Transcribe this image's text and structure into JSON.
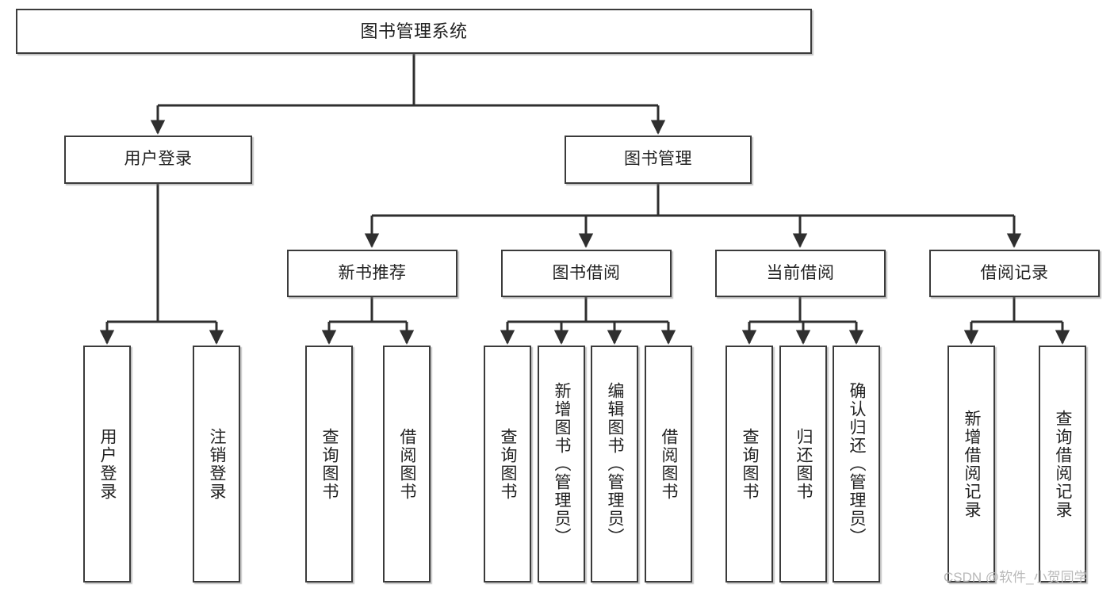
{
  "diagram": {
    "title": "图书管理系统",
    "type": "tree",
    "watermark": "CSDN @软件_小贺同学",
    "colors": {
      "border": "#3b3b3b",
      "background": "#ffffff",
      "text": "#222222",
      "connector": "#2f2f2f",
      "watermark": "#b9b9b9"
    },
    "root": {
      "label": "图书管理系统"
    },
    "level1": [
      {
        "label": "用户登录"
      },
      {
        "label": "图书管理"
      }
    ],
    "level2": [
      {
        "label": "新书推荐"
      },
      {
        "label": "图书借阅"
      },
      {
        "label": "当前借阅"
      },
      {
        "label": "借阅记录"
      }
    ],
    "leaves": {
      "user_login": [
        {
          "label": "用户登录"
        },
        {
          "label": "注销登录"
        }
      ],
      "new_book": [
        {
          "label": "查询图书"
        },
        {
          "label": "借阅图书"
        }
      ],
      "book_borrow": [
        {
          "label": "查询图书"
        },
        {
          "label": "新增图书（管理员）"
        },
        {
          "label": "编辑图书（管理员）"
        },
        {
          "label": "借阅图书"
        }
      ],
      "current_borrow": [
        {
          "label": "查询图书"
        },
        {
          "label": "归还图书"
        },
        {
          "label": "确认归还（管理员）"
        }
      ],
      "borrow_record": [
        {
          "label": "新增借阅记录"
        },
        {
          "label": "查询借阅记录"
        }
      ]
    }
  }
}
